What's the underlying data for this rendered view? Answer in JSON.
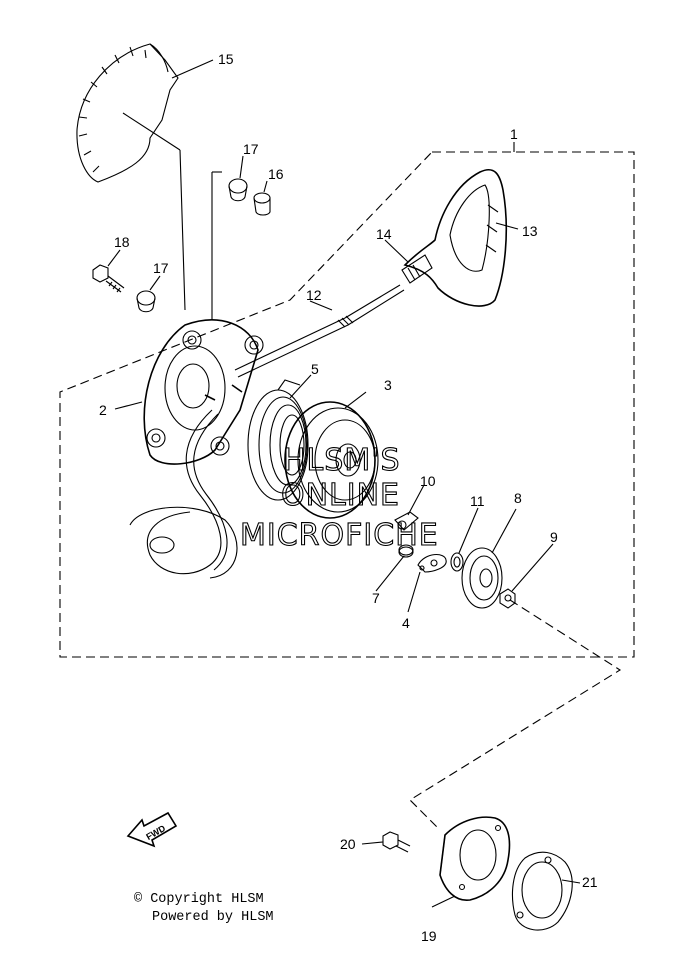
{
  "callouts": [
    "1",
    "2",
    "3",
    "4",
    "5",
    "7",
    "8",
    "9",
    "10",
    "11",
    "12",
    "13",
    "14",
    "15",
    "16",
    "17",
    "17",
    "18",
    "19",
    "20",
    "21"
  ],
  "watermark": [
    "HLSM'S",
    "ONLINE",
    "MICROFICHE"
  ],
  "direction_badge": "FWD",
  "copyright": "© Copyright HLSM",
  "powered_by": "Powered by HLSM"
}
